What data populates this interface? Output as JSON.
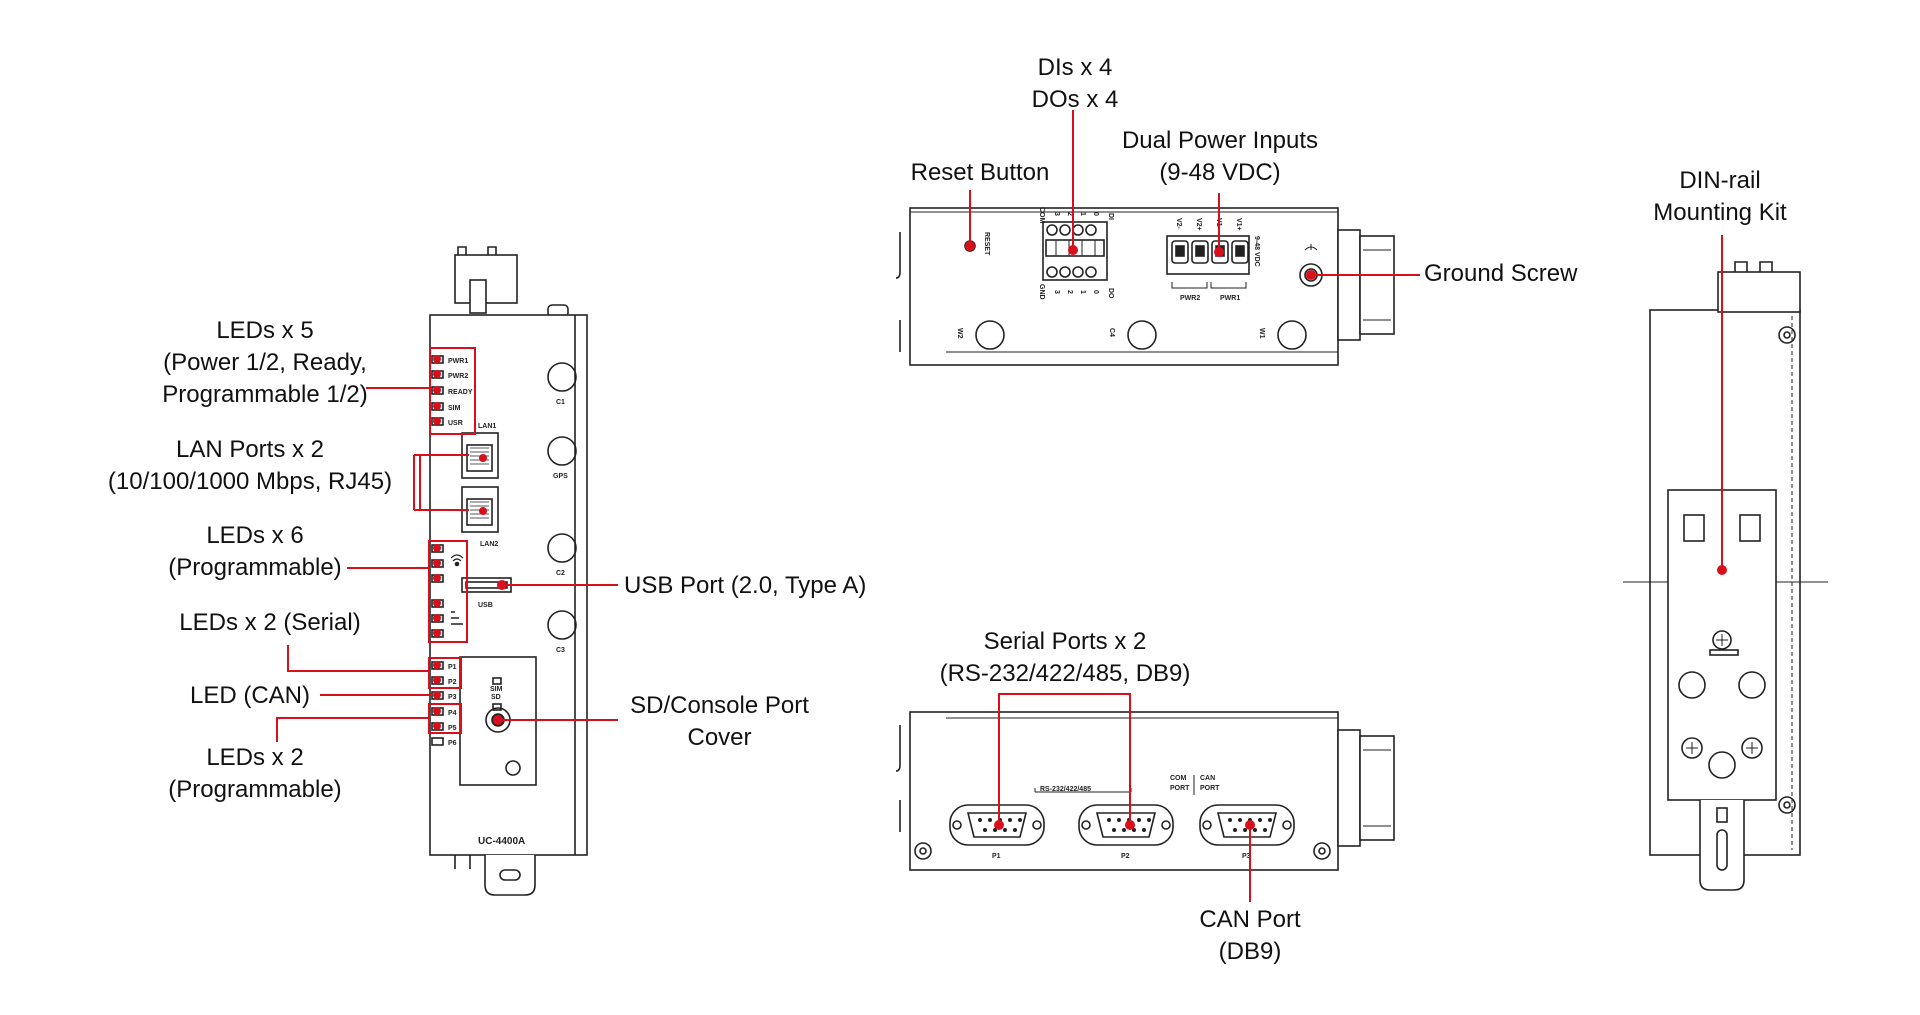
{
  "callouts": {
    "leds5_line1": "LEDs x 5",
    "leds5_line2": "(Power 1/2, Ready,",
    "leds5_line3": "Programmable 1/2)",
    "lan_line1": "LAN Ports x 2",
    "lan_line2": "(10/100/1000 Mbps, RJ45)",
    "leds6_line1": "LEDs x 6",
    "leds6_line2": "(Programmable)",
    "leds2_serial": "LEDs x 2 (Serial)",
    "led_can": "LED (CAN)",
    "leds2prog_line1": "LEDs x 2",
    "leds2prog_line2": "(Programmable)",
    "usb": "USB Port (2.0, Type A)",
    "sd_line1": "SD/Console Port",
    "sd_line2": "Cover",
    "dio_line1": "DIs x 4",
    "dio_line2": "DOs x 4",
    "reset": "Reset Button",
    "power_line1": "Dual Power Inputs",
    "power_line2": "(9-48 VDC)",
    "ground": "Ground Screw",
    "din_line1": "DIN-rail",
    "din_line2": "Mounting Kit",
    "serial_line1": "Serial Ports x 2",
    "serial_line2": "(RS-232/422/485, DB9)",
    "can_line1": "CAN Port",
    "can_line2": "(DB9)"
  },
  "front_panel": {
    "led_labels": [
      "PWR1",
      "PWR2",
      "READY",
      "SIM",
      "USR"
    ],
    "lan1": "LAN1",
    "lan2": "LAN2",
    "usb": "USB",
    "antenna_labels": [
      "C1",
      "GPS",
      "C2",
      "C3"
    ],
    "port_leds": [
      "P1",
      "P2",
      "P3",
      "P4",
      "P5",
      "P6"
    ],
    "sim": "SIM",
    "sd": "SD",
    "model": "UC-4400A"
  },
  "top_panel": {
    "reset": "RESET",
    "di_label": "DI",
    "do_label": "DO",
    "com": "COM",
    "gnd": "GND",
    "terminal_numbers": [
      "0",
      "1",
      "2",
      "3"
    ],
    "power_pins": [
      "V2-",
      "V2+",
      "V1-",
      "V1+"
    ],
    "pwr2": "PWR2",
    "pwr1": "PWR1",
    "vdc": "9-48 VDC",
    "antenna_labels": [
      "W2",
      "C4",
      "W1"
    ]
  },
  "bottom_panel": {
    "serial_group": "RS-232/422/485",
    "com_port_1": "COM",
    "com_port_2": "PORT",
    "can_port_1": "CAN",
    "can_port_2": "PORT",
    "port_names": [
      "P1",
      "P2",
      "P3"
    ]
  },
  "colors": {
    "callout": "#d8101c",
    "outline": "#222222",
    "text": "#111111"
  }
}
